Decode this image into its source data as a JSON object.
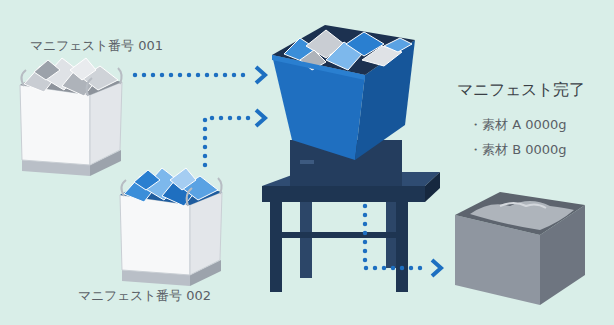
{
  "diagram": {
    "nodes": [
      {
        "text": [
          "マニフェスト番号 001"
        ]
      },
      {
        "text": [
          "マニフェスト番号 002"
        ]
      },
      {
        "text": [
          "マニフェスト完了",
          "・素材 A 0000g",
          "・素材 B 0000g"
        ]
      }
    ],
    "edges": [
      {
        "from": 0,
        "to": 2,
        "arrow": "to"
      },
      {
        "from": 1,
        "to": 2,
        "arrow": "to"
      }
    ]
  }
}
